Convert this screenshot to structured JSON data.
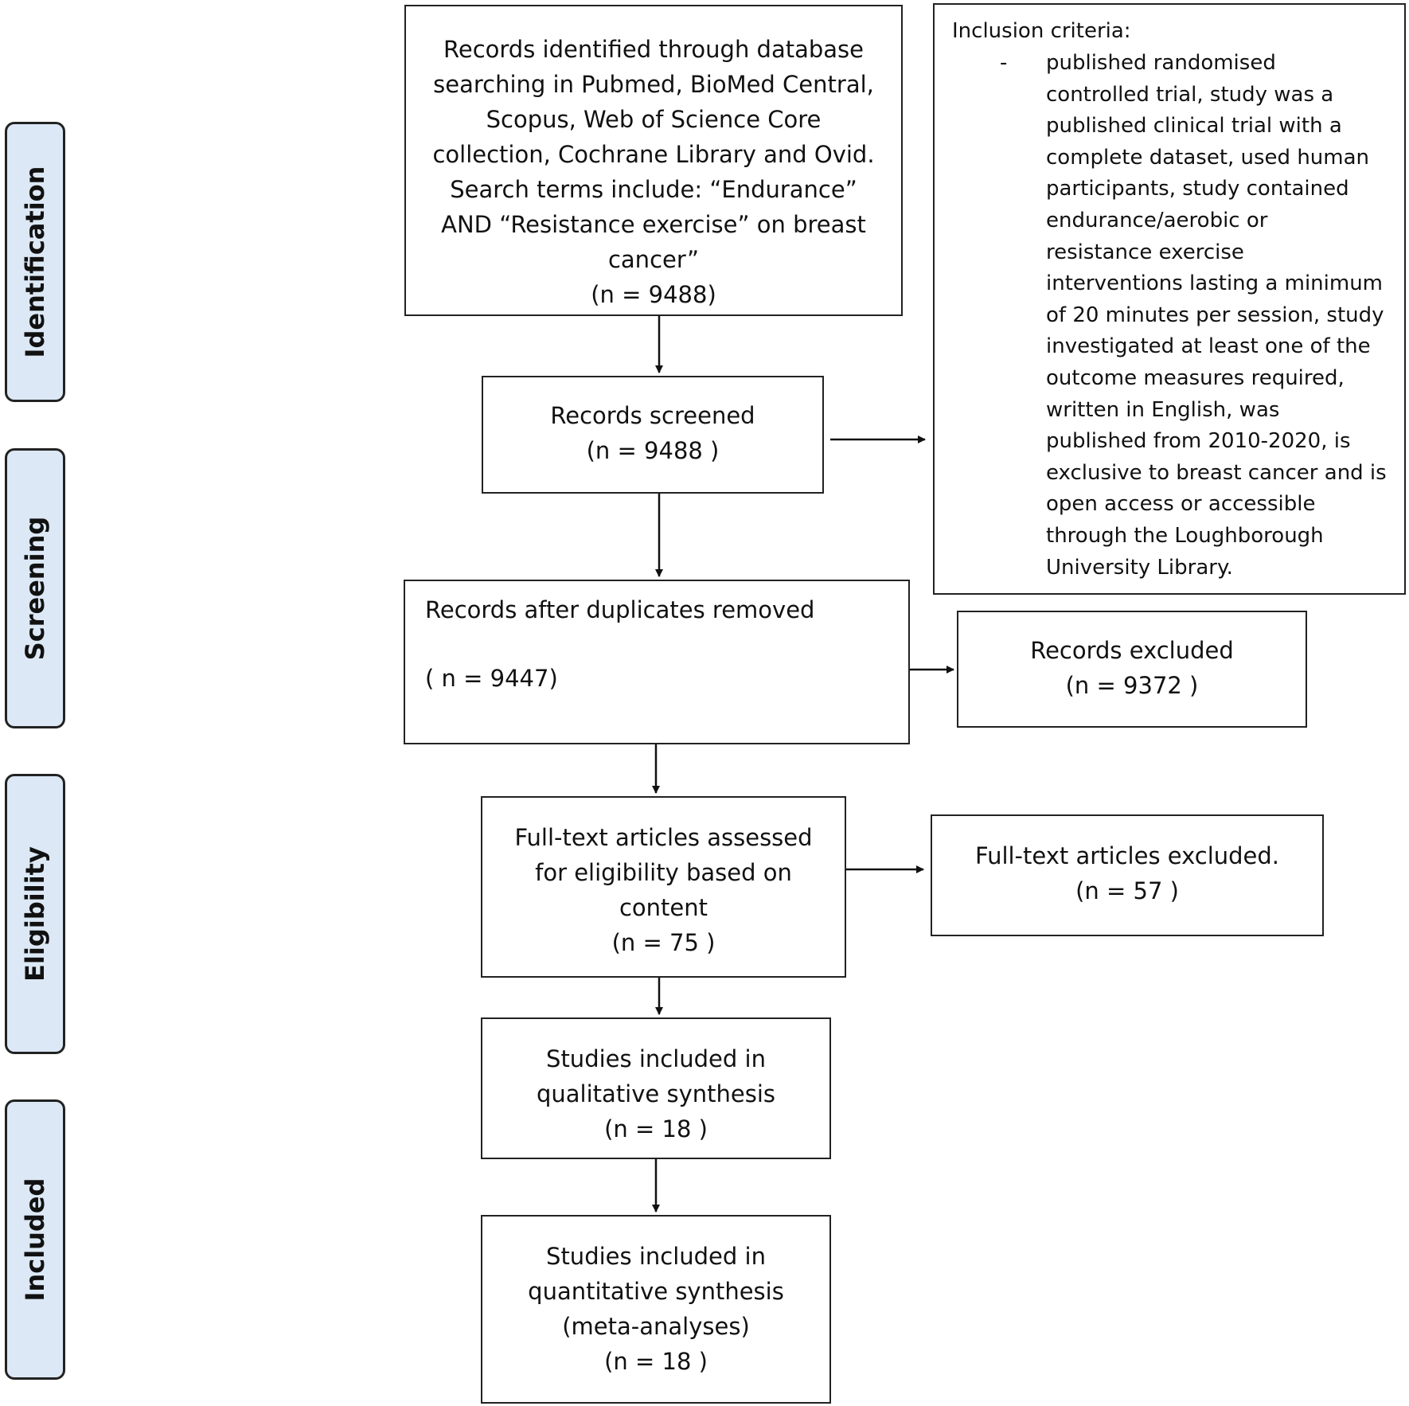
{
  "stages": [
    "Identification",
    "Screening",
    "Eligibility",
    "Included"
  ],
  "boxes": {
    "identified": [
      "Records identified through database",
      "searching in Pubmed, BioMed Central,",
      "Scopus, Web of Science Core",
      "collection, Cochrane Library and Ovid.",
      "Search terms include: “Endurance”",
      "AND “Resistance exercise” on breast",
      "cancer”",
      "(n = 9488)"
    ],
    "screened": [
      "Records screened",
      "(n =  9488 )"
    ],
    "duplicates_removed": {
      "label": "Records after duplicates removed",
      "count": "( n = 9447)"
    },
    "excluded": [
      "Records excluded",
      "(n = 9372 )"
    ],
    "fulltext_assessed": [
      "Full-text articles assessed",
      "for eligibility based on",
      "content",
      "(n = 75  )"
    ],
    "fulltext_excluded": [
      "Full-text articles excluded.",
      "(n =  57 )"
    ],
    "qualitative": [
      "Studies included in",
      "qualitative synthesis",
      "(n = 18 )"
    ],
    "quantitative": [
      "Studies included in",
      "quantitative synthesis",
      "(meta-analyses)",
      "(n =  18 )"
    ]
  },
  "inclusion_criteria": {
    "title": "Inclusion criteria:",
    "bullet": "-",
    "lines": [
      "published randomised",
      "controlled trial, study was a",
      "published clinical trial with a",
      "complete dataset, used human",
      "participants, study contained",
      "endurance/aerobic or",
      "resistance exercise",
      "interventions lasting a minimum",
      "of 20 minutes per session, study",
      "investigated at least one of the",
      "outcome measures required,",
      "written in English, was",
      "published from 2010-2020, is",
      "exclusive to breast cancer and is",
      "open access or accessible",
      "through the Loughborough",
      "University Library."
    ]
  },
  "colors": {
    "stage_fill": "#dce8f5",
    "border": "#222222"
  }
}
